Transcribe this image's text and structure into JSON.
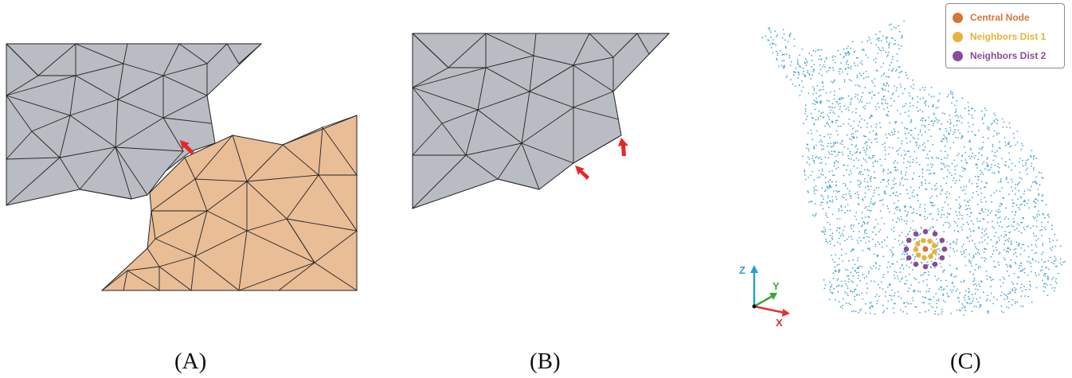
{
  "panels": {
    "a": {
      "caption": "(A)"
    },
    "b": {
      "caption": "(B)"
    },
    "c": {
      "caption": "(C)"
    }
  },
  "legend": {
    "items": [
      {
        "label": "Central Node",
        "color": "#d4763a"
      },
      {
        "label": "Neighbors Dist 1",
        "color": "#e8b23a"
      },
      {
        "label": "Neighbors Dist 2",
        "color": "#8b4a9c"
      }
    ]
  },
  "axes": {
    "x": "X",
    "y": "Y",
    "z": "Z"
  },
  "colors": {
    "mesh_gray": "#b9bcc3",
    "mesh_orange": "#e9bd96",
    "arrow_red": "#e8262a",
    "point_blue": "#4aa6cc",
    "axis_x": "#e03030",
    "axis_y": "#3aa43a",
    "axis_z": "#2a9ed8"
  }
}
